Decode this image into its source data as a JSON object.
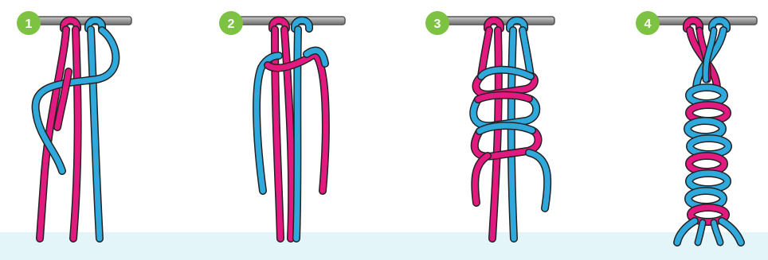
{
  "steps": [
    {
      "number": "1"
    },
    {
      "number": "2"
    },
    {
      "number": "3"
    },
    {
      "number": "4"
    }
  ],
  "colors": {
    "pink": "#e2197e",
    "blue": "#2fa8dc",
    "badge": "#7dc242",
    "rod": "#8e8e8e",
    "band": "#e3f5f8"
  },
  "icons": [
    "step-badge-icon",
    "dowel-rod-icon",
    "cord-icon",
    "knot-icon"
  ]
}
